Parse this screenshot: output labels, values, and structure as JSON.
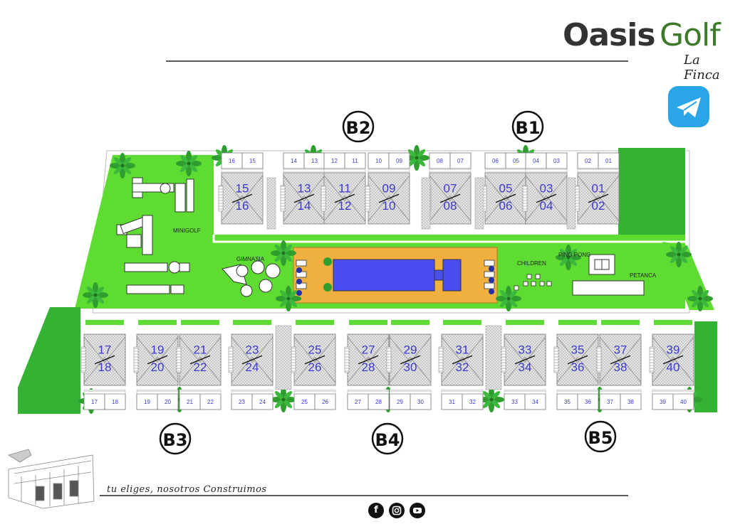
{
  "brand": {
    "name_part1": "Oasis",
    "name_part2": "Golf",
    "subtitle": "La Finca"
  },
  "slogan": "tu eliges, nosotros Construimos",
  "social": {
    "facebook": "f",
    "instagram": "instagram",
    "youtube": "youtube"
  },
  "blocks": {
    "b1": "B1",
    "b2": "B2",
    "b3": "B3",
    "b4": "B4",
    "b5": "B5"
  },
  "facilities": {
    "minigolf": "MINIGOLF",
    "gimnasia": "GIMNASIA",
    "children": "CHILDREN",
    "pingpong": "PING PONG",
    "petanca": "PETANCA"
  },
  "top_units": [
    {
      "upper": "15",
      "lower": "16",
      "front_left": "16",
      "front_right": "15"
    },
    {
      "upper": "13",
      "lower": "14",
      "front_left": "14",
      "front_right": "13"
    },
    {
      "upper": "11",
      "lower": "12",
      "front_left": "12",
      "front_right": "11"
    },
    {
      "upper": "09",
      "lower": "10",
      "front_left": "10",
      "front_right": "09"
    },
    {
      "upper": "07",
      "lower": "08",
      "front_left": "08",
      "front_right": "07"
    },
    {
      "upper": "05",
      "lower": "06",
      "front_left": "06",
      "front_right": "05"
    },
    {
      "upper": "03",
      "lower": "04",
      "front_left": "04",
      "front_right": "03"
    },
    {
      "upper": "01",
      "lower": "02",
      "front_left": "02",
      "front_right": "01"
    }
  ],
  "bottom_units": [
    {
      "upper": "17",
      "lower": "18",
      "front_left": "17",
      "front_right": "18"
    },
    {
      "upper": "19",
      "lower": "20",
      "front_left": "19",
      "front_right": "20"
    },
    {
      "upper": "21",
      "lower": "22",
      "front_left": "21",
      "front_right": "22"
    },
    {
      "upper": "23",
      "lower": "24",
      "front_left": "23",
      "front_right": "24"
    },
    {
      "upper": "25",
      "lower": "26",
      "front_left": "25",
      "front_right": "26"
    },
    {
      "upper": "27",
      "lower": "28",
      "front_left": "27",
      "front_right": "28"
    },
    {
      "upper": "29",
      "lower": "30",
      "front_left": "29",
      "front_right": "30"
    },
    {
      "upper": "31",
      "lower": "32",
      "front_left": "31",
      "front_right": "32"
    },
    {
      "upper": "33",
      "lower": "34",
      "front_left": "33",
      "front_right": "34"
    },
    {
      "upper": "35",
      "lower": "36",
      "front_left": "35",
      "front_right": "36"
    },
    {
      "upper": "37",
      "lower": "38",
      "front_left": "37",
      "front_right": "38"
    },
    {
      "upper": "39",
      "lower": "40",
      "front_left": "39",
      "front_right": "40"
    }
  ],
  "colors": {
    "grass": "#5fdc32",
    "dark_grass": "#33b233",
    "pool_deck": "#f0b040",
    "pool": "#4a4ef0",
    "unit_number": "#3a3ad0",
    "path": "#ffffff",
    "building_hatch": "#d8d8d8"
  }
}
